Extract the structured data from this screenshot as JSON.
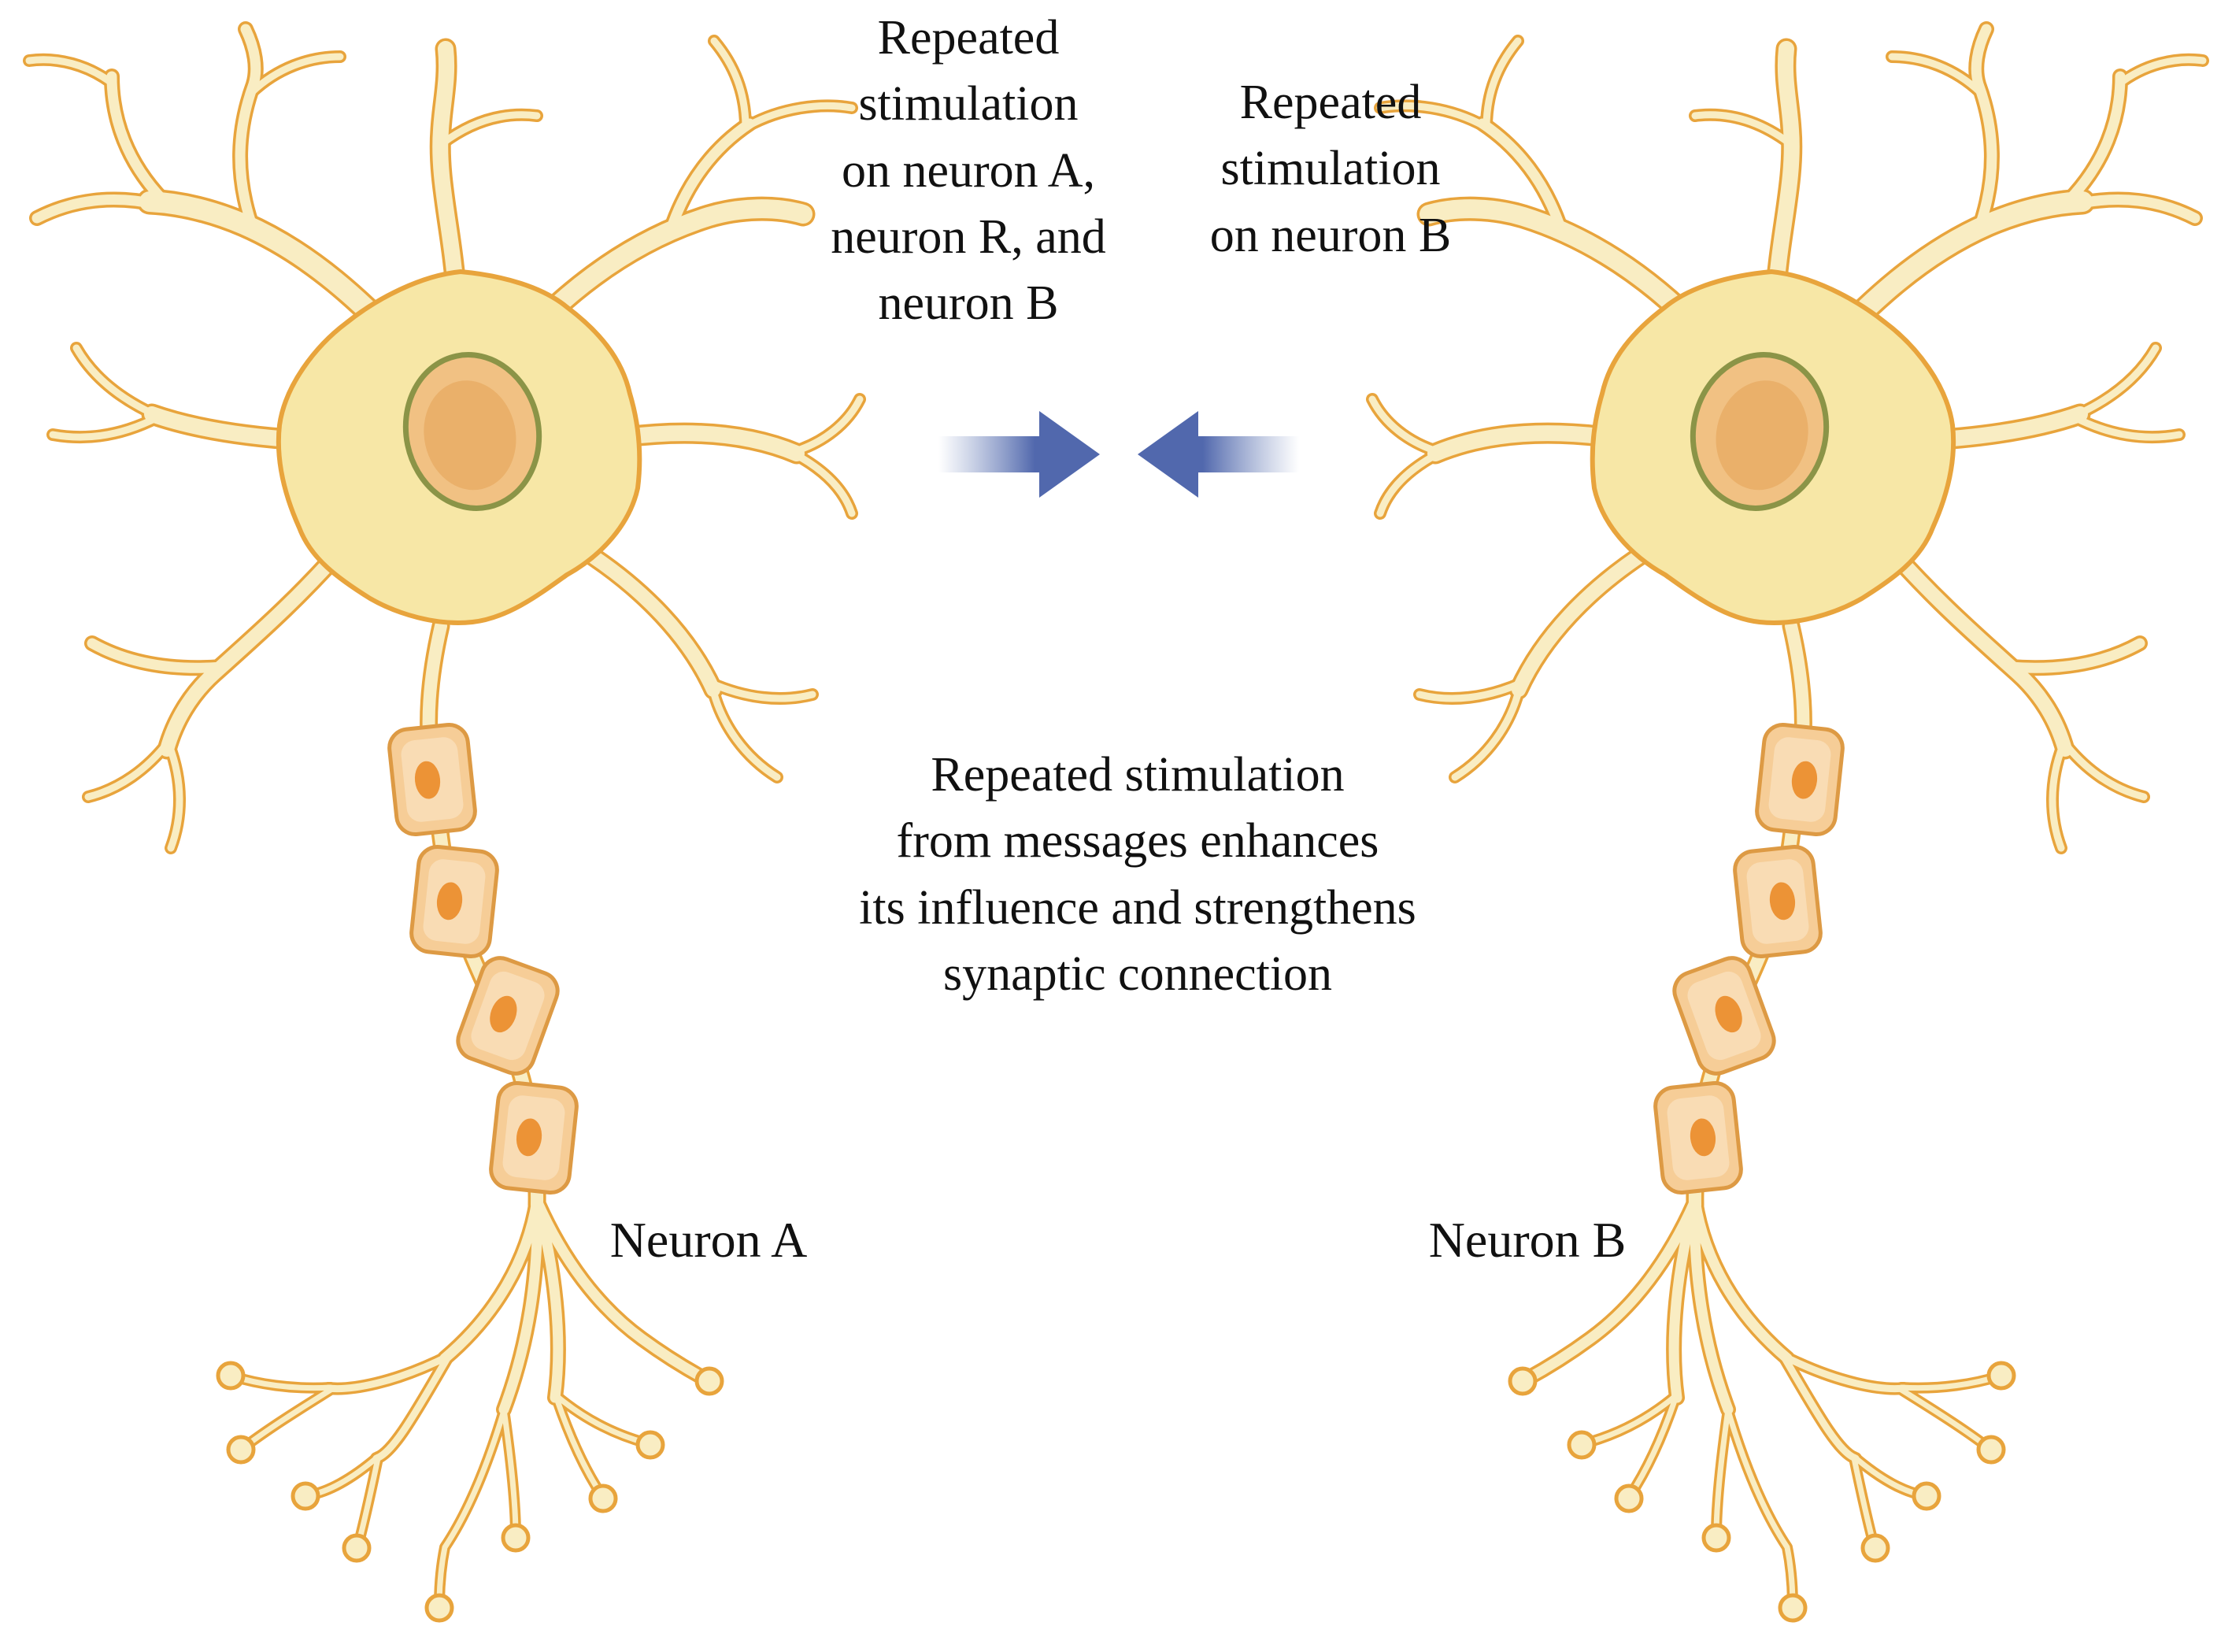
{
  "figure": {
    "caption_top_left": "Repeated\nstimulation\non neuron A,\nneuron R, and\nneuron B",
    "caption_top_right": "Repeated\nstimulation\non neuron B",
    "caption_center": "Repeated stimulation\nfrom messages enhances\nits influence and strengthens\nsynaptic connection",
    "label_neuron_a": "Neuron A",
    "label_neuron_b": "Neuron B"
  },
  "icons": {
    "arrow_right": "blue arrow pointing right toward center",
    "arrow_left": "blue arrow pointing left toward center"
  },
  "colors": {
    "arrow_blue": "#5168ad",
    "neuron_outline": "#e8a43c",
    "dendrite_fill": "#f9edc3",
    "soma_fill": "#f7e7a6",
    "myelin_fill": "#f6cd97",
    "myelin_outline": "#dd9a44",
    "segment_nucleus": "#ec9336",
    "nucleus_fill": "#f1c183",
    "nucleus_ring": "#8b9447",
    "text": "#111111",
    "background": "#ffffff"
  }
}
